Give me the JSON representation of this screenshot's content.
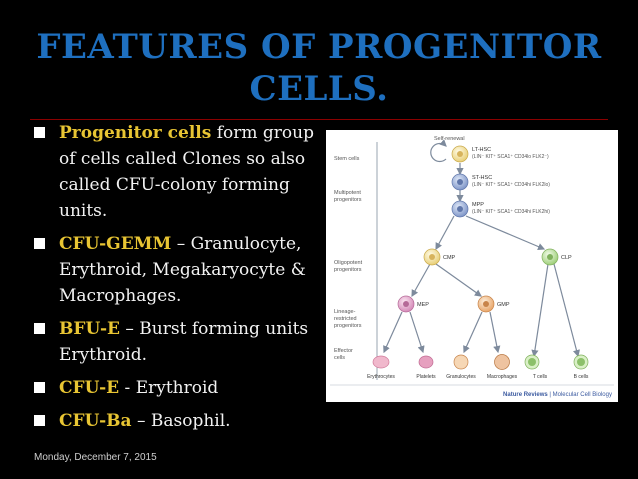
{
  "slide": {
    "title_line1": "FEATURES OF PROGENITOR",
    "title_line2": "CELLS.",
    "bullets": [
      {
        "term": "Progenitor cells",
        "text": " form group of cells called Clones so also called CFU-colony forming units."
      },
      {
        "term": "CFU-GEMM",
        "text": " – Granulocyte, Erythroid, Megakaryocyte & Macrophages."
      },
      {
        "term": "BFU-E",
        "text": " – Burst forming units Erythroid."
      },
      {
        "term": "CFU-E",
        "text": " - Erythroid"
      },
      {
        "term": "CFU-Ba",
        "text": " – Basophil."
      }
    ],
    "footer_date": "Monday, December 7, 2015"
  },
  "figure": {
    "self_renewal": "Self-renewal",
    "side_labels": [
      "Stem cells",
      "Multipotent",
      "progenitors",
      "Oligopotent",
      "progenitors",
      "Lineage-",
      "restricted",
      "progenitors",
      "Effector",
      "cells"
    ],
    "lt_hsc": "LT-HSC",
    "lt_hsc_marker": "(LIN⁻ KIT⁺ SCA1⁺ CD34lo FLK2⁻)",
    "st_hsc": "ST-HSC",
    "st_hsc_marker": "(LIN⁻ KIT⁺ SCA1⁺ CD34hi FLK2lo)",
    "mpp": "MPP",
    "mpp_marker": "(LIN⁻ KIT⁺ SCA1⁺ CD34hi FLK2hi)",
    "cmp": "CMP",
    "clp": "CLP",
    "mep": "MEP",
    "gmp": "GMP",
    "effectors": [
      "Erythrocytes",
      "Platelets",
      "Granulocytes",
      "Macrophages",
      "T cells",
      "B cells"
    ],
    "source_bold": "Nature Reviews",
    "source_rest": " | Molecular Cell Biology"
  }
}
